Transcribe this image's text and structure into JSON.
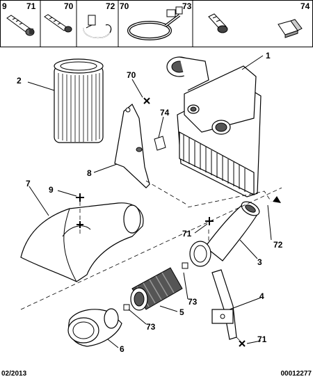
{
  "header": {
    "items": [
      {
        "number": "9",
        "ref": "71"
      },
      {
        "ref": "70"
      },
      {
        "ref": "72"
      },
      {
        "ref": "70"
      },
      {
        "ref": "73"
      },
      {
        "ref": "74"
      }
    ]
  },
  "callouts": {
    "c1": "1",
    "c2": "2",
    "c3": "3",
    "c4": "4",
    "c5": "5",
    "c6": "6",
    "c7": "7",
    "c8": "8",
    "c9": "9",
    "c70": "70",
    "c71a": "71",
    "c71b": "71",
    "c72": "72",
    "c73a": "73",
    "c73b": "73",
    "c74": "74"
  },
  "footer": {
    "date": "02/2013",
    "doc_number": "00012277"
  }
}
